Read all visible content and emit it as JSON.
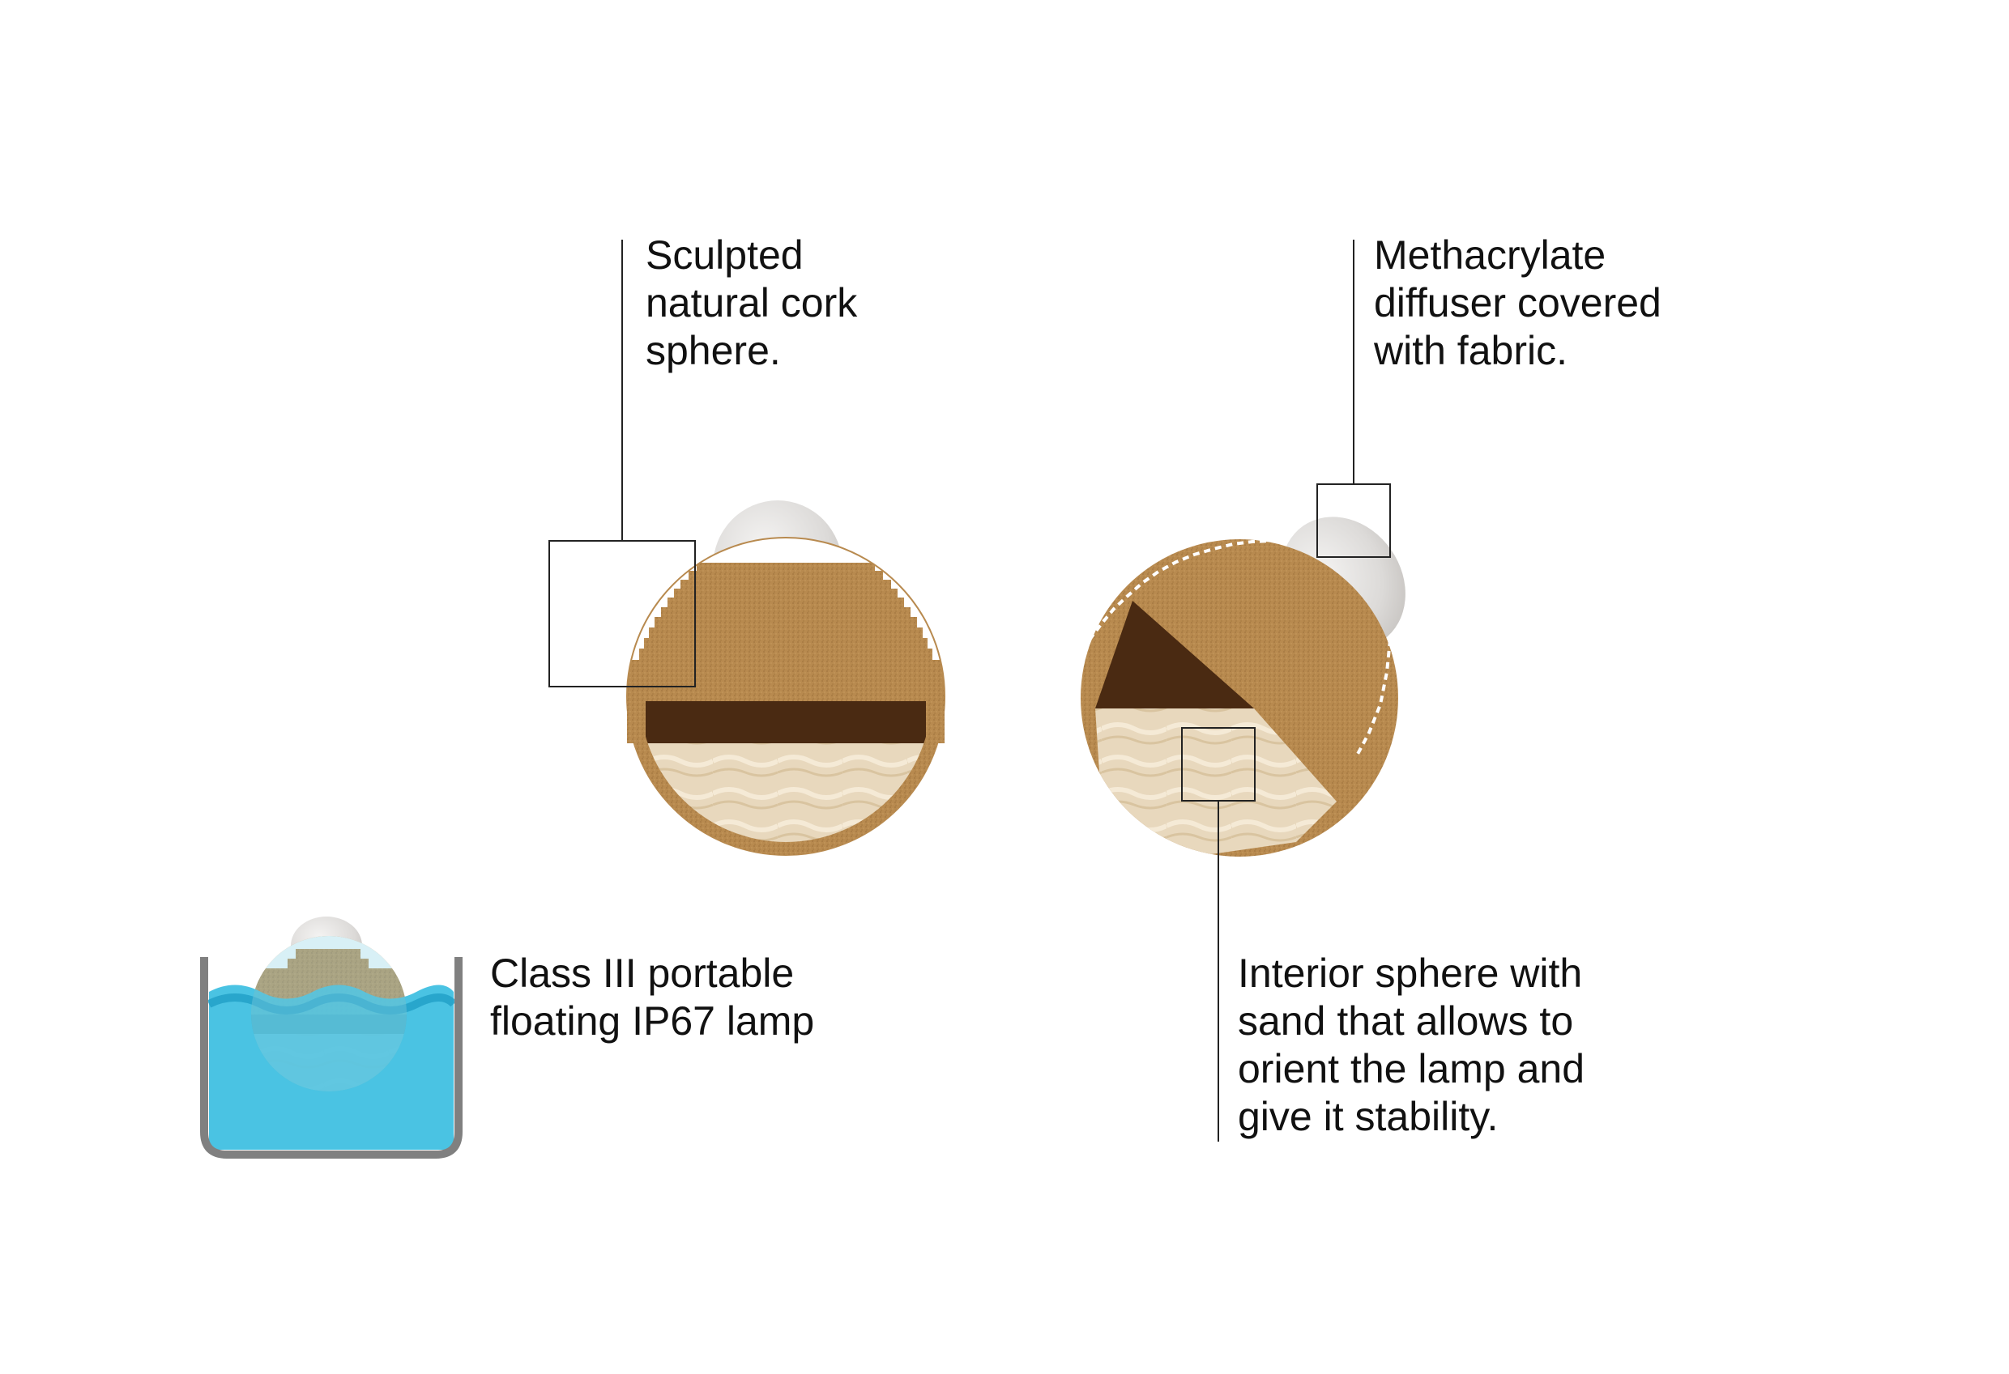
{
  "labels": {
    "cork": [
      "Sculpted",
      "natural cork",
      "sphere."
    ],
    "diffuser": [
      "Methacrylate",
      "diffuser covered",
      "with fabric."
    ],
    "lamp": [
      "Class III portable",
      "floating IP67 lamp"
    ],
    "sand": [
      "Interior sphere with",
      "sand that allows to",
      "orient the lamp and",
      "give it stability."
    ]
  },
  "colors": {
    "cork": "#b88a4f",
    "cork_dark": "#9c7038",
    "cork_inner": "#4a2a12",
    "sand": "#e7d6bb",
    "diffuser": "#e6e4e2",
    "water": "#36bde0",
    "water_dark": "#1f9fc6",
    "container": "#808080",
    "leader_line": "#222222"
  }
}
